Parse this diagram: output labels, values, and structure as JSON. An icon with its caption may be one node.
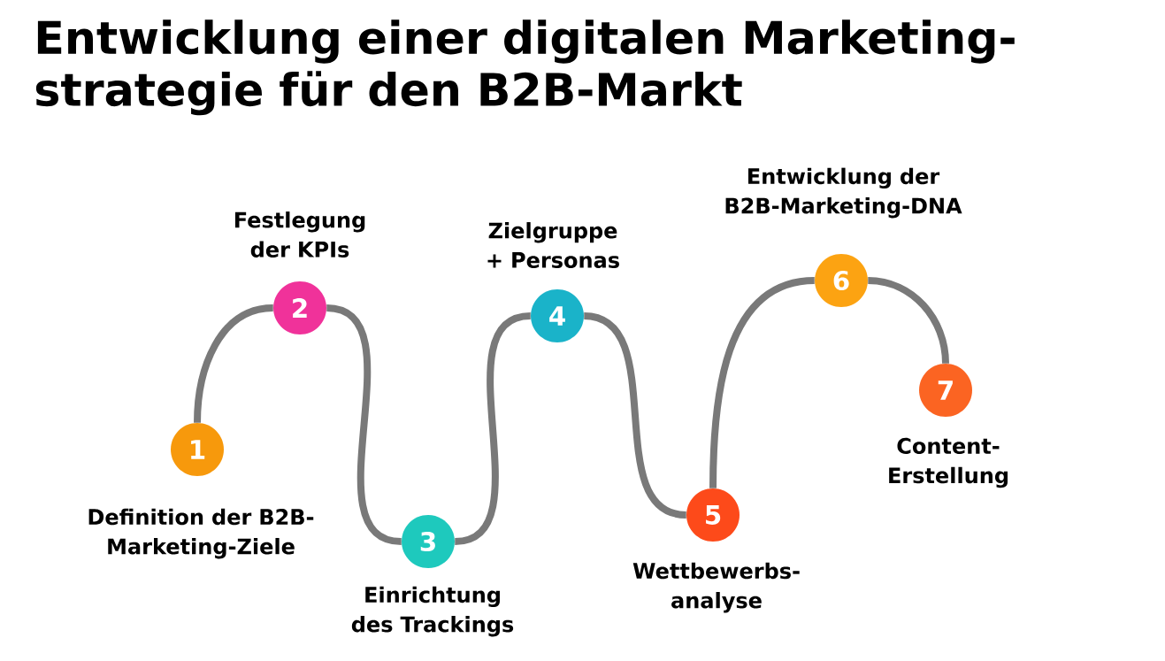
{
  "diagram": {
    "title": "Entwicklung einer digitalen Marketing-strategie für den B2B-Markt",
    "nodes": [
      {
        "text": [
          "1"
        ],
        "beside": [
          "Definition der B2B-Marketing-Ziele"
        ]
      },
      {
        "text": [
          "2"
        ],
        "beside": [
          "Festlegung der KPIs"
        ]
      },
      {
        "text": [
          "3"
        ],
        "beside": [
          "Einrichtung des Trackings"
        ]
      },
      {
        "text": [
          "4"
        ],
        "beside": [
          "Zielgruppe + Personas"
        ]
      },
      {
        "text": [
          "5"
        ],
        "beside": [
          "Wettbewerbs-analyse"
        ]
      },
      {
        "text": [
          "6"
        ],
        "beside": [
          "Entwicklung der B2B-Marketing-DNA"
        ]
      },
      {
        "text": [
          "7"
        ],
        "beside": [
          "Content-Erstellung"
        ]
      }
    ],
    "edges": [
      {
        "from": 0,
        "to": 1,
        "arrow": "none"
      },
      {
        "from": 1,
        "to": 2,
        "arrow": "none"
      },
      {
        "from": 2,
        "to": 3,
        "arrow": "none"
      },
      {
        "from": 3,
        "to": 4,
        "arrow": "none"
      },
      {
        "from": 4,
        "to": 5,
        "arrow": "none"
      },
      {
        "from": 5,
        "to": 6,
        "arrow": "none"
      }
    ]
  }
}
